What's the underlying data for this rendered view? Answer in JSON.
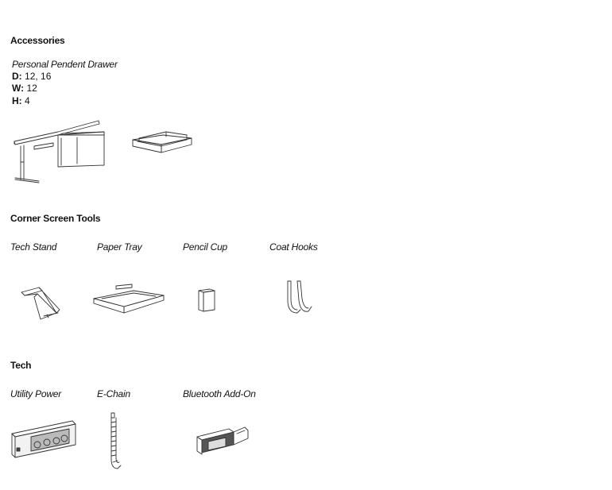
{
  "sections": {
    "accessories": {
      "heading": "Accessories",
      "item_name": "Personal Pendent Drawer",
      "specs": [
        {
          "label": "D:",
          "value": "12, 16"
        },
        {
          "label": "W:",
          "value": "12"
        },
        {
          "label": "H:",
          "value": "4"
        }
      ]
    },
    "corner": {
      "heading": "Corner Screen Tools",
      "items": [
        "Tech Stand",
        "Paper Tray",
        "Pencil Cup",
        "Coat Hooks"
      ]
    },
    "tech": {
      "heading": "Tech",
      "items": [
        "Utility Power",
        "E-Chain",
        "Bluetooth Add-On"
      ]
    }
  },
  "icons": {
    "desk": "desk-with-drawer-illustration",
    "drawer": "drawer-illustration",
    "tech_stand": "tech-stand-illustration",
    "paper_tray": "paper-tray-illustration",
    "pencil_cup": "pencil-cup-illustration",
    "coat_hooks": "coat-hooks-illustration",
    "utility_power": "power-strip-illustration",
    "echain": "cable-chain-illustration",
    "bluetooth": "bluetooth-module-illustration"
  }
}
